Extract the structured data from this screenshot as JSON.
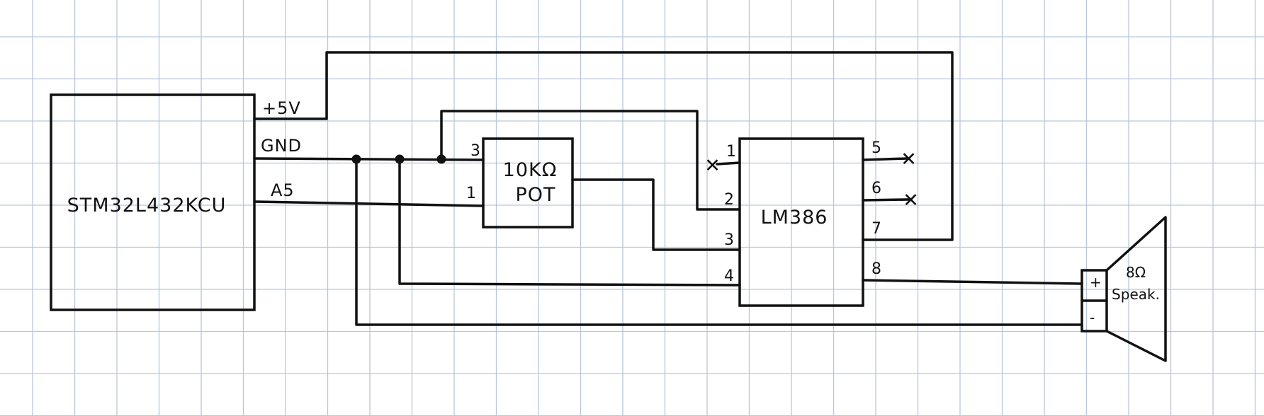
{
  "colors": {
    "ink": "#111111",
    "grid": "#b9c6da",
    "paper": "#ffffff"
  },
  "components": {
    "mcu": {
      "label": "STM32L432KCU"
    },
    "pot": {
      "label_line1": "10KΩ",
      "label_line2": "POT",
      "pin_a": "3",
      "pin_b": "1"
    },
    "amp": {
      "label": "LM386",
      "pins": [
        "1",
        "2",
        "3",
        "4",
        "5",
        "6",
        "7",
        "8"
      ]
    },
    "speaker": {
      "label_line1": "8Ω",
      "label_line2": "Speak.",
      "plus": "+",
      "minus": "-"
    }
  },
  "nets": {
    "vcc": "+5V",
    "gnd": "GND",
    "signal": "A5"
  },
  "no_connect": {
    "symbol": "✕"
  }
}
